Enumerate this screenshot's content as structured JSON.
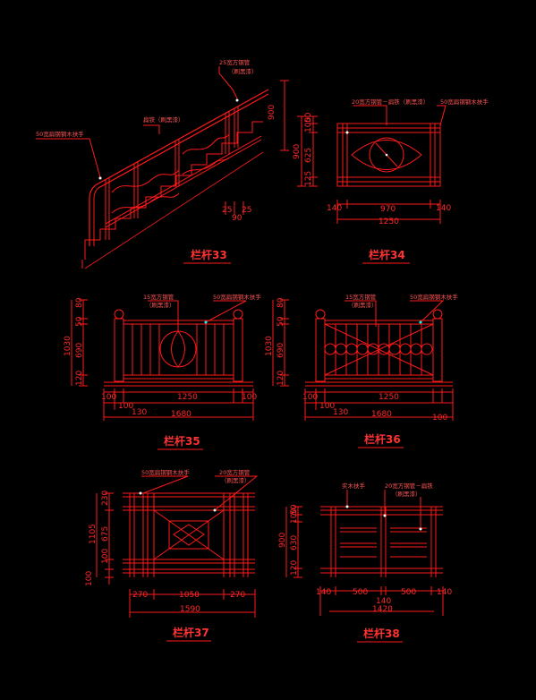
{
  "colors": {
    "background": "#000000",
    "line": "#ff1a1a",
    "marker": "#ffffff",
    "accent": "#00ffff"
  },
  "panels": [
    {
      "title": "栏杆33",
      "notes": [
        "25宽方钢管",
        "（刷黑漆）",
        "扁铁（刷黑漆）",
        "50宽扁钢钢木扶手"
      ],
      "dims": [
        "900",
        "25",
        "25",
        "90"
      ]
    },
    {
      "title": "栏杆34",
      "notes": [
        "20宽方钢管－扁铁（刷黑漆）",
        "50宽扁钢钢木扶手"
      ],
      "dims": [
        "50",
        "100",
        "625",
        "125",
        "900",
        "140",
        "970",
        "140",
        "1250"
      ]
    },
    {
      "title": "栏杆35",
      "notes": [
        "15宽方钢管",
        "（刷黑漆）",
        "50宽扁钢钢木扶手"
      ],
      "dims": [
        "80",
        "50",
        "690",
        "120",
        "1030",
        "100",
        "100",
        "130",
        "1250",
        "100",
        "1680"
      ]
    },
    {
      "title": "栏杆36",
      "notes": [
        "15宽方钢管",
        "（刷黑漆）",
        "50宽扁钢钢木扶手"
      ],
      "dims": [
        "80",
        "50",
        "690",
        "120",
        "1030",
        "100",
        "100",
        "130",
        "1250",
        "100",
        "1680"
      ]
    },
    {
      "title": "栏杆37",
      "notes": [
        "50宽扁钢钢木扶手",
        "20宽方钢管",
        "（刷黑漆）"
      ],
      "dims": [
        "230",
        "675",
        "100",
        "100",
        "1105",
        "270",
        "1050",
        "270",
        "1590"
      ]
    },
    {
      "title": "栏杆38",
      "notes": [
        "实木扶手",
        "20宽方钢管－扁铁",
        "（刷黑漆）"
      ],
      "dims": [
        "50",
        "100",
        "630",
        "120",
        "900",
        "140",
        "500",
        "140",
        "500",
        "140",
        "1420"
      ]
    }
  ]
}
